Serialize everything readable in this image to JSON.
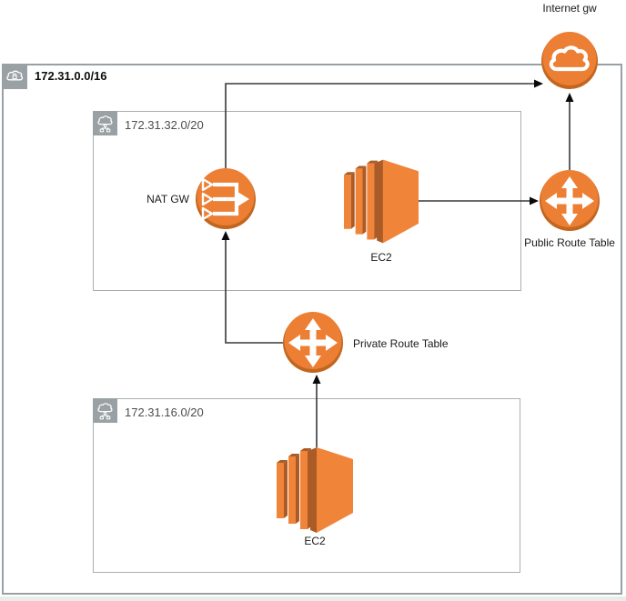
{
  "diagram": {
    "vpc": {
      "label": "172.31.0.0/16",
      "icon": "vpc-cloud-lock-icon"
    },
    "subnets": [
      {
        "name": "public-subnet",
        "label": "172.31.32.0/20",
        "icon": "subnet-cloud-network-icon"
      },
      {
        "name": "private-subnet",
        "label": "172.31.16.0/20",
        "icon": "subnet-cloud-network-icon"
      }
    ],
    "nodes": [
      {
        "name": "internet-gateway",
        "label": "Internet gw",
        "icon": "internet-gateway-cloud-icon"
      },
      {
        "name": "nat-gateway",
        "label": "NAT GW",
        "icon": "nat-gateway-icon"
      },
      {
        "name": "ec2-public",
        "label": "EC2",
        "icon": "ec2-instance-icon"
      },
      {
        "name": "public-route-table",
        "label": "Public Route Table",
        "icon": "route-table-icon"
      },
      {
        "name": "private-route-table",
        "label": "Private Route Table",
        "icon": "route-table-icon"
      },
      {
        "name": "ec2-private",
        "label": "EC2",
        "icon": "ec2-instance-icon"
      }
    ],
    "edges": [
      {
        "from": "nat-gateway",
        "to": "internet-gateway"
      },
      {
        "from": "public-route-table",
        "to": "internet-gateway"
      },
      {
        "from": "ec2-public",
        "to": "public-route-table"
      },
      {
        "from": "private-route-table",
        "to": "nat-gateway"
      },
      {
        "from": "ec2-private",
        "to": "private-route-table"
      }
    ],
    "colors": {
      "aws_orange": "#EC7F33",
      "aws_orange_shadow": "#C2661F",
      "ec2_orange": "#F08438",
      "ec2_dark": "#AA5B26",
      "container_icon_gray": "#9AA1A5",
      "border_gray": "#99A0A4",
      "edge_color": "#383838"
    }
  }
}
